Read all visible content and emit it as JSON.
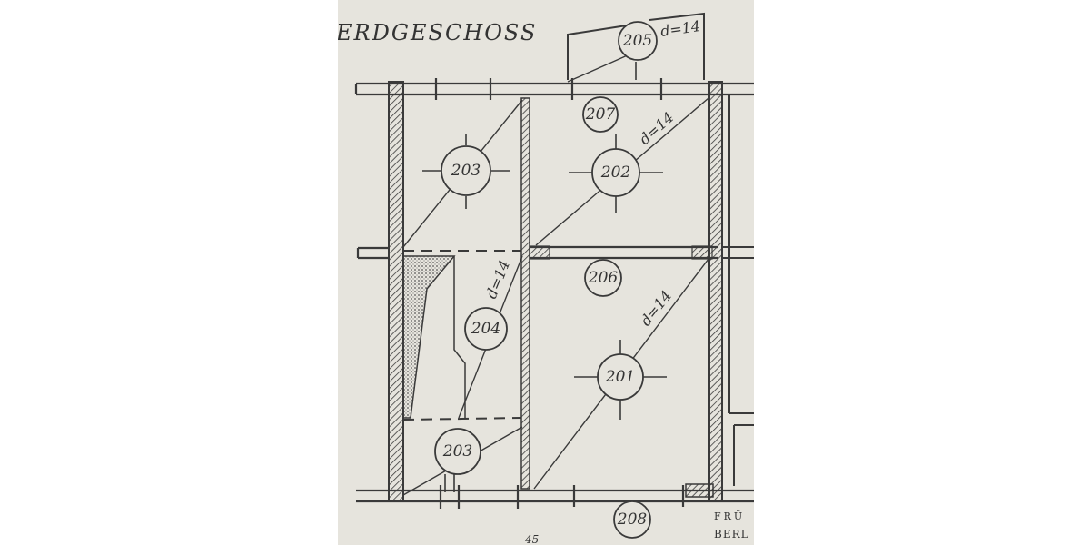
{
  "drawing": {
    "title": "ERDGESCHOSS",
    "edge_mark": "45",
    "corner_text": [
      "FRÜ",
      "BERL"
    ]
  },
  "rooms": [
    {
      "id": "r201",
      "label": "201"
    },
    {
      "id": "r202",
      "label": "202"
    },
    {
      "id": "r203a",
      "label": "203"
    },
    {
      "id": "r203b",
      "label": "203"
    },
    {
      "id": "r204",
      "label": "204"
    },
    {
      "id": "r205",
      "label": "205"
    },
    {
      "id": "r206",
      "label": "206"
    },
    {
      "id": "r207",
      "label": "207"
    },
    {
      "id": "r208",
      "label": "208"
    }
  ],
  "duct_labels": {
    "d205": "d=14",
    "d202": "d=14",
    "d204": "d=14",
    "d201": "d=14"
  },
  "colors": {
    "paper": "#e6e4dd",
    "ink": "#3a3a3a",
    "background": "#ffffff"
  }
}
